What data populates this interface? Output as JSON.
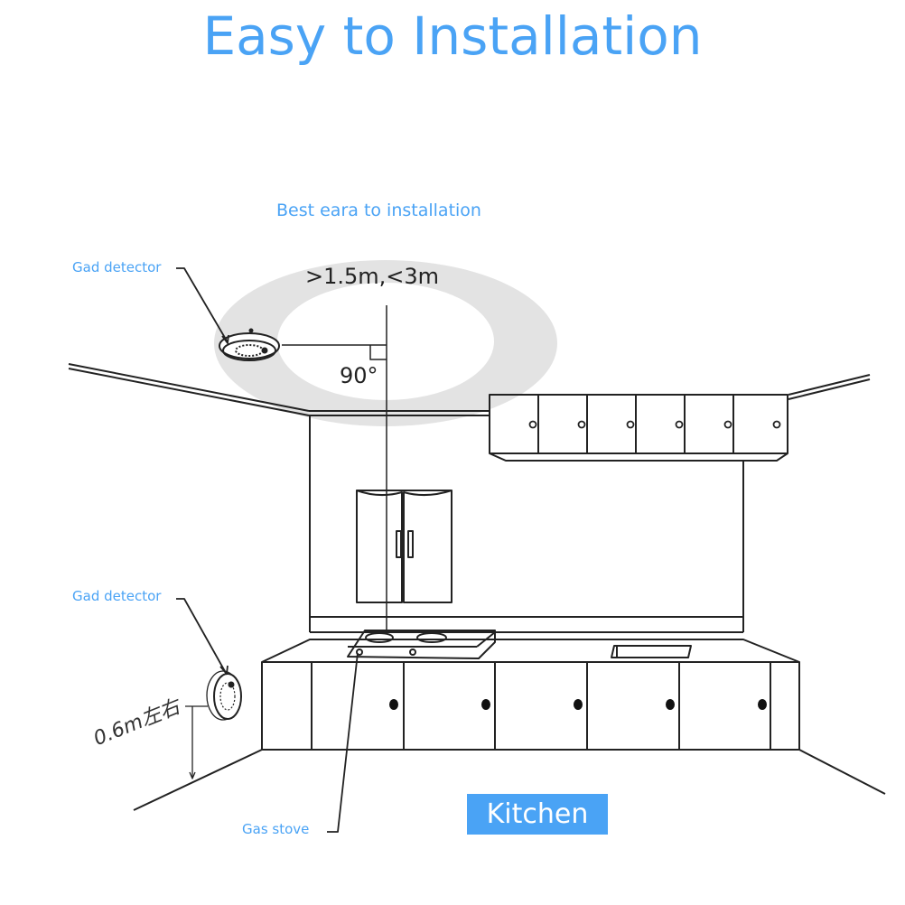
{
  "title": "Easy to Installation",
  "labels": {
    "best_area": "Best eara to installation",
    "ceiling_detector": "Gad detector",
    "wall_detector": "Gad detector",
    "gas_stove": "Gas stove",
    "distance_range": ">1.5m,<3m",
    "angle": "90°",
    "wall_height": "0.6m左右",
    "room": "Kitchen"
  },
  "colors": {
    "accent": "#4aa3f5",
    "zone": "#e3e3e3",
    "line": "#222222"
  },
  "icons": {
    "ceiling_detector": "smoke-detector-icon",
    "wall_detector": "gas-detector-icon",
    "stove": "gas-stove-icon"
  }
}
